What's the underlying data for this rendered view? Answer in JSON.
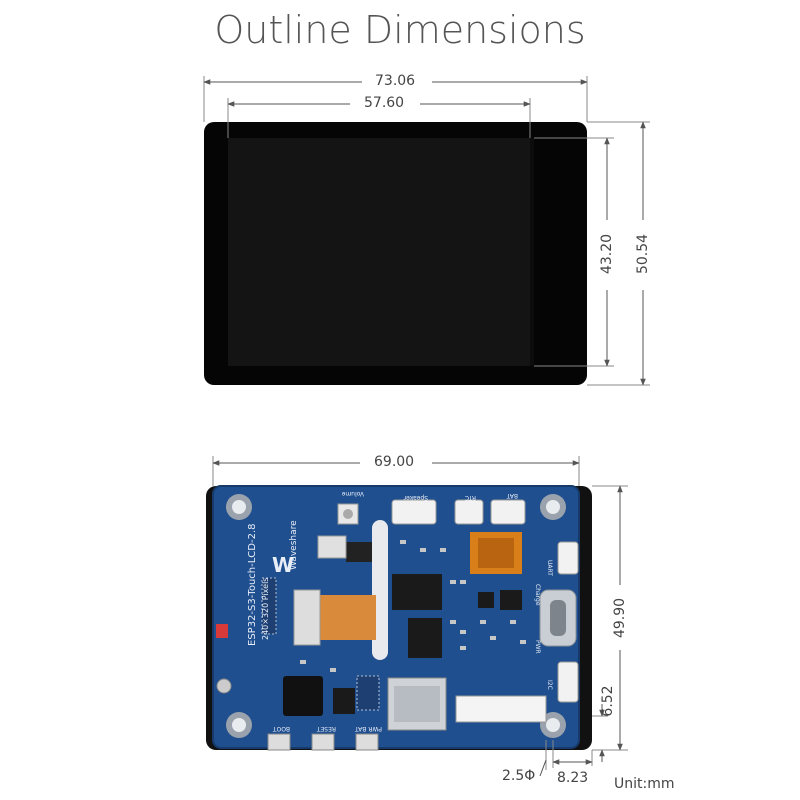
{
  "title": "Outline Dimensions",
  "top_view": {
    "width_outer": "73.06",
    "width_inner": "57.60",
    "height_inner": "43.20",
    "height_outer": "50.54"
  },
  "board_view": {
    "width": "69.00",
    "height": "49.90",
    "offset_right": "6.52",
    "hole_diameter": "2.5Φ",
    "hole_offset": "8.23",
    "silkscreen": {
      "model": "ESP32-S3-Touch-LCD-2.8",
      "resolution": "240×320 Pixels",
      "brand": "Waveshare",
      "volume": "Volume",
      "speaker": "Speaker",
      "rtc": "RTC",
      "bat_top": "BAT",
      "uart": "UART",
      "charge": "Charge",
      "pwr_side": "PWR",
      "i2c": "I2C",
      "boot": "BOOT",
      "reset": "RESET",
      "pwr_bat": "PWR BAT"
    }
  },
  "unit": "Unit:mm",
  "colors": {
    "pcb": "#1f4f8f",
    "screen": "#0a0a0a",
    "fpc": "#d98a3a",
    "dim_line": "#555555"
  }
}
